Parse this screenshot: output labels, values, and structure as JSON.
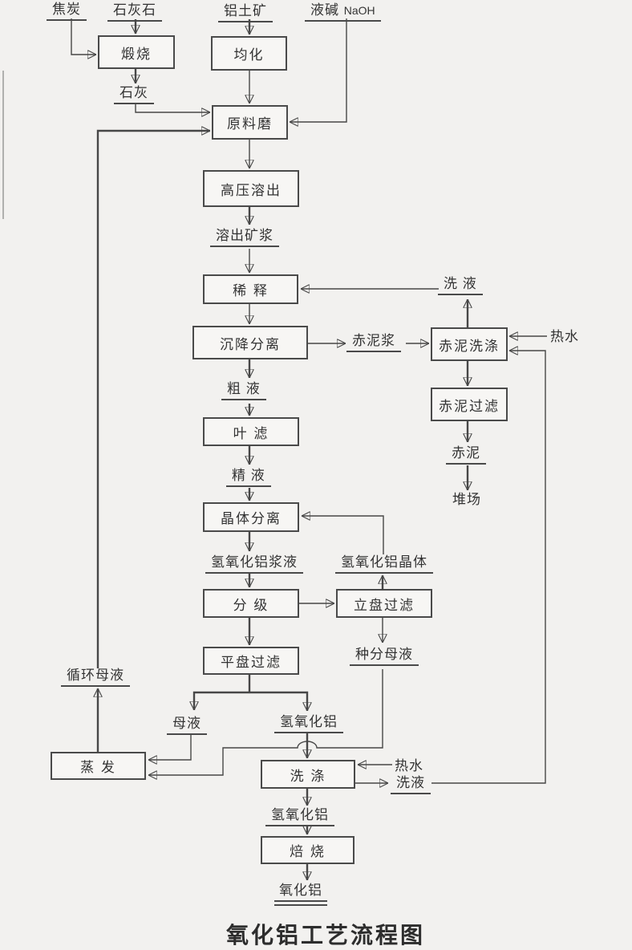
{
  "title": "氧化铝工艺流程图",
  "sources": {
    "coke": "焦炭",
    "limestone": "石灰石",
    "bauxite": "铝土矿",
    "liquid_alkali": "液碱",
    "naoh": "NaOH"
  },
  "boxes": {
    "calcination": "煅烧",
    "homogenization": "均化",
    "raw_mill": "原料磨",
    "hp_digestion": "高压溶出",
    "dilution": "稀 释",
    "settling_separation": "沉降分离",
    "red_mud_washing": "赤泥洗涤",
    "red_mud_filtration": "赤泥过滤",
    "leaf_filtration": "叶 滤",
    "crystal_separation": "晶体分离",
    "classification": "分 级",
    "vertical_disc_filtration": "立盘过滤",
    "flat_disc_filtration": "平盘过滤",
    "evaporation": "蒸 发",
    "washing": "洗 涤",
    "roasting": "焙 烧"
  },
  "streams": {
    "lime": "石灰",
    "digested_slurry": "溶出矿浆",
    "wash_liquor_top": "洗 液",
    "red_mud_slurry": "赤泥浆",
    "hot_water_top": "热水",
    "red_mud": "赤泥",
    "stockyard": "堆场",
    "crude_liquor": "粗 液",
    "refined_liquor": "精 液",
    "aluminum_hydroxide_slurry": "氢氧化铝浆液",
    "aluminum_hydroxide_crystal": "氢氧化铝晶体",
    "seed_mother_liquor": "种分母液",
    "circulating_mother_liquor": "循环母液",
    "mother_liquor": "母液",
    "aluminum_hydroxide_mid": "氢氧化铝",
    "hot_water_bottom": "热水",
    "wash_liquor_bottom": "洗液",
    "aluminum_hydroxide_bottom": "氢氧化铝",
    "alumina": "氧化铝"
  },
  "edges": [
    {
      "from": "焦炭",
      "to": "煅烧"
    },
    {
      "from": "石灰石",
      "to": "煅烧"
    },
    {
      "from": "煅烧",
      "to": "石灰"
    },
    {
      "from": "石灰",
      "to": "原料磨"
    },
    {
      "from": "铝土矿",
      "to": "均化"
    },
    {
      "from": "均化",
      "to": "原料磨"
    },
    {
      "from": "液碱 NaOH",
      "to": "原料磨"
    },
    {
      "from": "循环母液",
      "to": "原料磨"
    },
    {
      "from": "原料磨",
      "to": "高压溶出"
    },
    {
      "from": "高压溶出",
      "to": "溶出矿浆"
    },
    {
      "from": "溶出矿浆",
      "to": "稀释"
    },
    {
      "from": "洗液",
      "to": "稀释"
    },
    {
      "from": "赤泥洗涤",
      "to": "洗液"
    },
    {
      "from": "稀释",
      "to": "沉降分离"
    },
    {
      "from": "沉降分离",
      "to": "赤泥浆"
    },
    {
      "from": "赤泥浆",
      "to": "赤泥洗涤"
    },
    {
      "from": "热水",
      "to": "赤泥洗涤"
    },
    {
      "from": "赤泥洗涤",
      "to": "赤泥过滤"
    },
    {
      "from": "赤泥过滤",
      "to": "赤泥"
    },
    {
      "from": "赤泥",
      "to": "堆场"
    },
    {
      "from": "沉降分离",
      "to": "粗液"
    },
    {
      "from": "粗液",
      "to": "叶滤"
    },
    {
      "from": "叶滤",
      "to": "精液"
    },
    {
      "from": "精液",
      "to": "晶体分离"
    },
    {
      "from": "晶体分离",
      "to": "氢氧化铝浆液"
    },
    {
      "from": "氢氧化铝浆液",
      "to": "分级"
    },
    {
      "from": "分级",
      "to": "立盘过滤"
    },
    {
      "from": "立盘过滤",
      "to": "氢氧化铝晶体"
    },
    {
      "from": "氢氧化铝晶体",
      "to": "晶体分离"
    },
    {
      "from": "立盘过滤",
      "to": "种分母液"
    },
    {
      "from": "种分母液",
      "to": "蒸发"
    },
    {
      "from": "分级",
      "to": "平盘过滤"
    },
    {
      "from": "平盘过滤",
      "to": "母液"
    },
    {
      "from": "平盘过滤",
      "to": "氢氧化铝"
    },
    {
      "from": "母液",
      "to": "蒸发"
    },
    {
      "from": "蒸发",
      "to": "循环母液"
    },
    {
      "from": "氢氧化铝",
      "to": "洗涤"
    },
    {
      "from": "热水",
      "to": "洗涤"
    },
    {
      "from": "洗涤",
      "to": "洗液"
    },
    {
      "from": "洗液",
      "to": "赤泥洗涤"
    },
    {
      "from": "洗涤",
      "to": "氢氧化铝"
    },
    {
      "from": "氢氧化铝",
      "to": "焙烧"
    },
    {
      "from": "焙烧",
      "to": "氧化铝"
    }
  ],
  "colors": {
    "background": "#f2f1ef",
    "line": "#474747",
    "text": "#333333"
  }
}
